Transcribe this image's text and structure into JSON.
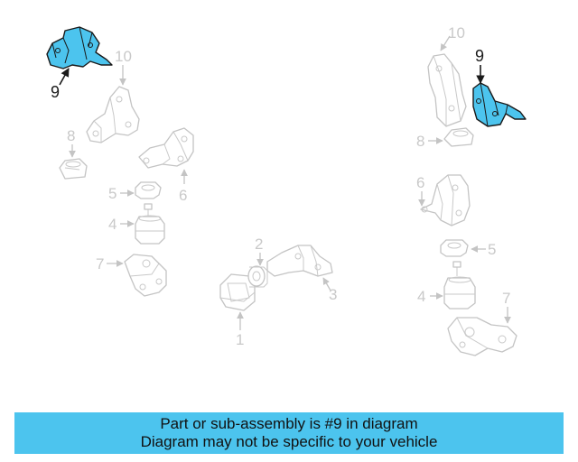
{
  "callouts": {
    "c1": "1",
    "c2": "2",
    "c3": "3",
    "c4_left": "4",
    "c5_left": "5",
    "c6_left": "6",
    "c7_left": "7",
    "c8_left": "8",
    "c10_left": "10",
    "c9_left": "9",
    "c10_right": "10",
    "c9_right": "9",
    "c8_right": "8",
    "c6_right": "6",
    "c5_right": "5",
    "c4_right": "4",
    "c7_right": "7"
  },
  "colors": {
    "highlight": "#4cc4ee",
    "outline_gray": "#c4c4c4",
    "banner_bg": "#4cc4ee"
  },
  "banner": {
    "line1": "Part or sub-assembly is #9 in diagram",
    "line2": "Diagram may not be specific to your vehicle"
  }
}
